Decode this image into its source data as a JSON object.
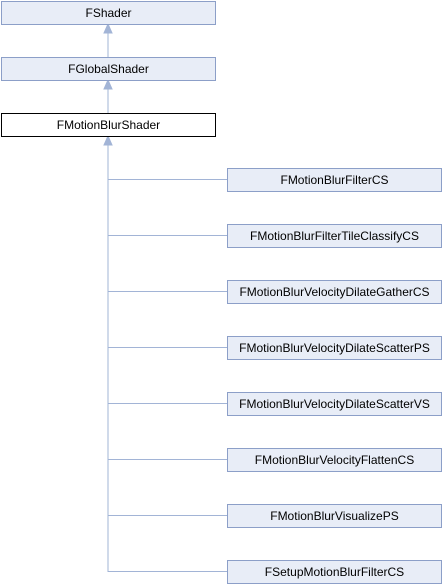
{
  "diagram": {
    "type": "class-inheritance",
    "nodes": [
      {
        "id": "fshader",
        "label": "FShader"
      },
      {
        "id": "fglobalshader",
        "label": "FGlobalShader"
      },
      {
        "id": "fmotionblurshader",
        "label": "FMotionBlurShader",
        "current": true
      },
      {
        "id": "fmotionblurfiltercs",
        "label": "FMotionBlurFilterCS"
      },
      {
        "id": "fmotionblurfiltertileclassifycs",
        "label": "FMotionBlurFilterTileClassifyCS"
      },
      {
        "id": "fmotionblurvelocitydilategathercs",
        "label": "FMotionBlurVelocityDilateGatherCS"
      },
      {
        "id": "fmotionblurvelocitydilatescatterps",
        "label": "FMotionBlurVelocityDilateScatterPS"
      },
      {
        "id": "fmotionblurvelocitydilatescattervs",
        "label": "FMotionBlurVelocityDilateScatterVS"
      },
      {
        "id": "fmotionblurvelocityflattencs",
        "label": "FMotionBlurVelocityFlattenCS"
      },
      {
        "id": "fmotionblurvisualizeps",
        "label": "FMotionBlurVisualizePS"
      },
      {
        "id": "fsetupmotionblurfiltercs",
        "label": "FSetupMotionBlurFilterCS"
      }
    ],
    "edges": [
      {
        "from": "fglobalshader",
        "to": "fshader"
      },
      {
        "from": "fmotionblurshader",
        "to": "fglobalshader"
      },
      {
        "from": "fmotionblurfiltercs",
        "to": "fmotionblurshader"
      },
      {
        "from": "fmotionblurfiltertileclassifycs",
        "to": "fmotionblurshader"
      },
      {
        "from": "fmotionblurvelocitydilategathercs",
        "to": "fmotionblurshader"
      },
      {
        "from": "fmotionblurvelocitydilatescatterps",
        "to": "fmotionblurshader"
      },
      {
        "from": "fmotionblurvelocitydilatescattervs",
        "to": "fmotionblurshader"
      },
      {
        "from": "fmotionblurvelocityflattencs",
        "to": "fmotionblurshader"
      },
      {
        "from": "fmotionblurvisualizeps",
        "to": "fmotionblurshader"
      },
      {
        "from": "fsetupmotionblurfiltercs",
        "to": "fmotionblurshader"
      }
    ],
    "colors": {
      "node_fill": "#e8edf7",
      "node_border": "#8c9fc8",
      "current_fill": "#ffffff",
      "current_border": "#000000",
      "edge": "#a2b4d6"
    }
  }
}
